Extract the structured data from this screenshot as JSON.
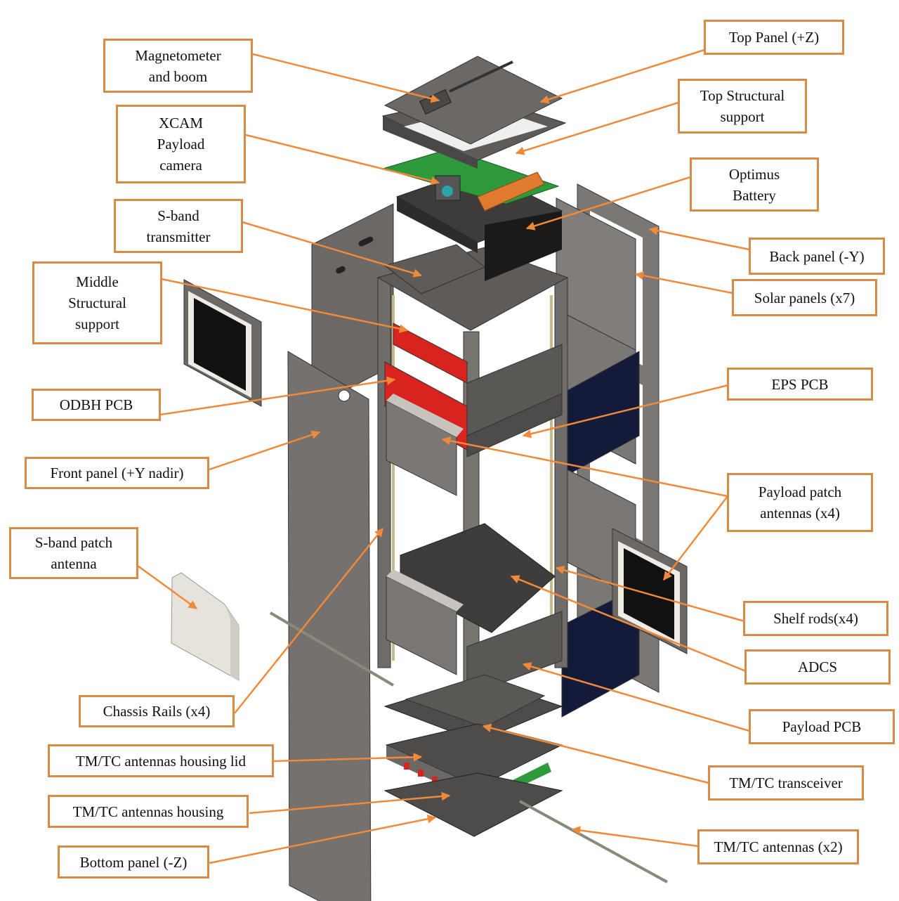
{
  "figure": {
    "title": "CubeSat exploded assembly view",
    "accent_color": "#d98a45",
    "colors": {
      "structure": "#5d5a57",
      "panel": "#6e6b68",
      "pcb_green": "#2f9a3c",
      "connector_orange": "#e07a2e",
      "odbh_red": "#d9231f",
      "solar_cell": "#141a3a",
      "patch_antenna": "#e6e3da",
      "rod": "#c9b88a"
    }
  },
  "labels": [
    {
      "id": "magnetometer",
      "text": "Magnetometer\nand boom"
    },
    {
      "id": "xcam",
      "text": "XCAM\nPayload\ncamera"
    },
    {
      "id": "sband-tx",
      "text": "S-band\ntransmitter"
    },
    {
      "id": "middle-support",
      "text": "Middle\nStructural\nsupport"
    },
    {
      "id": "odbh",
      "text": "ODBH PCB"
    },
    {
      "id": "front-panel",
      "text": "Front panel (+Y nadir)"
    },
    {
      "id": "sband-patch",
      "text": "S-band patch\nantenna"
    },
    {
      "id": "chassis-rails",
      "text": "Chassis Rails (x4)"
    },
    {
      "id": "tmtc-lid",
      "text": "TM/TC antennas housing lid"
    },
    {
      "id": "tmtc-housing",
      "text": "TM/TC antennas housing"
    },
    {
      "id": "bottom-panel",
      "text": "Bottom panel (-Z)"
    },
    {
      "id": "top-panel",
      "text": "Top Panel (+Z)"
    },
    {
      "id": "top-support",
      "text": "Top Structural\nsupport"
    },
    {
      "id": "battery",
      "text": "Optimus\nBattery"
    },
    {
      "id": "back-panel",
      "text": "Back panel (-Y)"
    },
    {
      "id": "solar-panels",
      "text": "Solar panels (x7)"
    },
    {
      "id": "eps",
      "text": "EPS PCB"
    },
    {
      "id": "payload-patch",
      "text": "Payload patch\nantennas (x4)"
    },
    {
      "id": "shelf-rods",
      "text": "Shelf rods(x4)"
    },
    {
      "id": "adcs",
      "text": "ADCS"
    },
    {
      "id": "payload-pcb",
      "text": "Payload PCB"
    },
    {
      "id": "tmtc-transceiver",
      "text": "TM/TC transceiver"
    },
    {
      "id": "tmtc-antennas",
      "text": "TM/TC antennas (x2)"
    }
  ]
}
